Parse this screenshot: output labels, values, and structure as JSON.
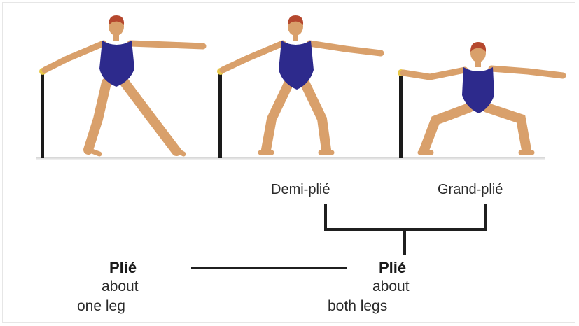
{
  "colors": {
    "leotard": "#2d2a8c",
    "skin": "#d9a06b",
    "hair": "#b5482e",
    "barre": "#1a1a1a",
    "floor": "#9a9a9a",
    "connector": "#1f1f1f",
    "barre_cap": "#e8c84a"
  },
  "figures": [
    {
      "pose": "plie-one-leg",
      "barre": "barre-icon"
    },
    {
      "pose": "demi-plie",
      "barre": "barre-icon"
    },
    {
      "pose": "grand-plie",
      "barre": "barre-icon"
    }
  ],
  "labels": {
    "demi_plie": "Demi-plié",
    "grand_plie": "Grand-plié",
    "left": {
      "title": "Plié",
      "line1": "about",
      "line2": "one leg"
    },
    "right": {
      "title": "Plié",
      "line1": "about",
      "line2": "both legs"
    }
  }
}
